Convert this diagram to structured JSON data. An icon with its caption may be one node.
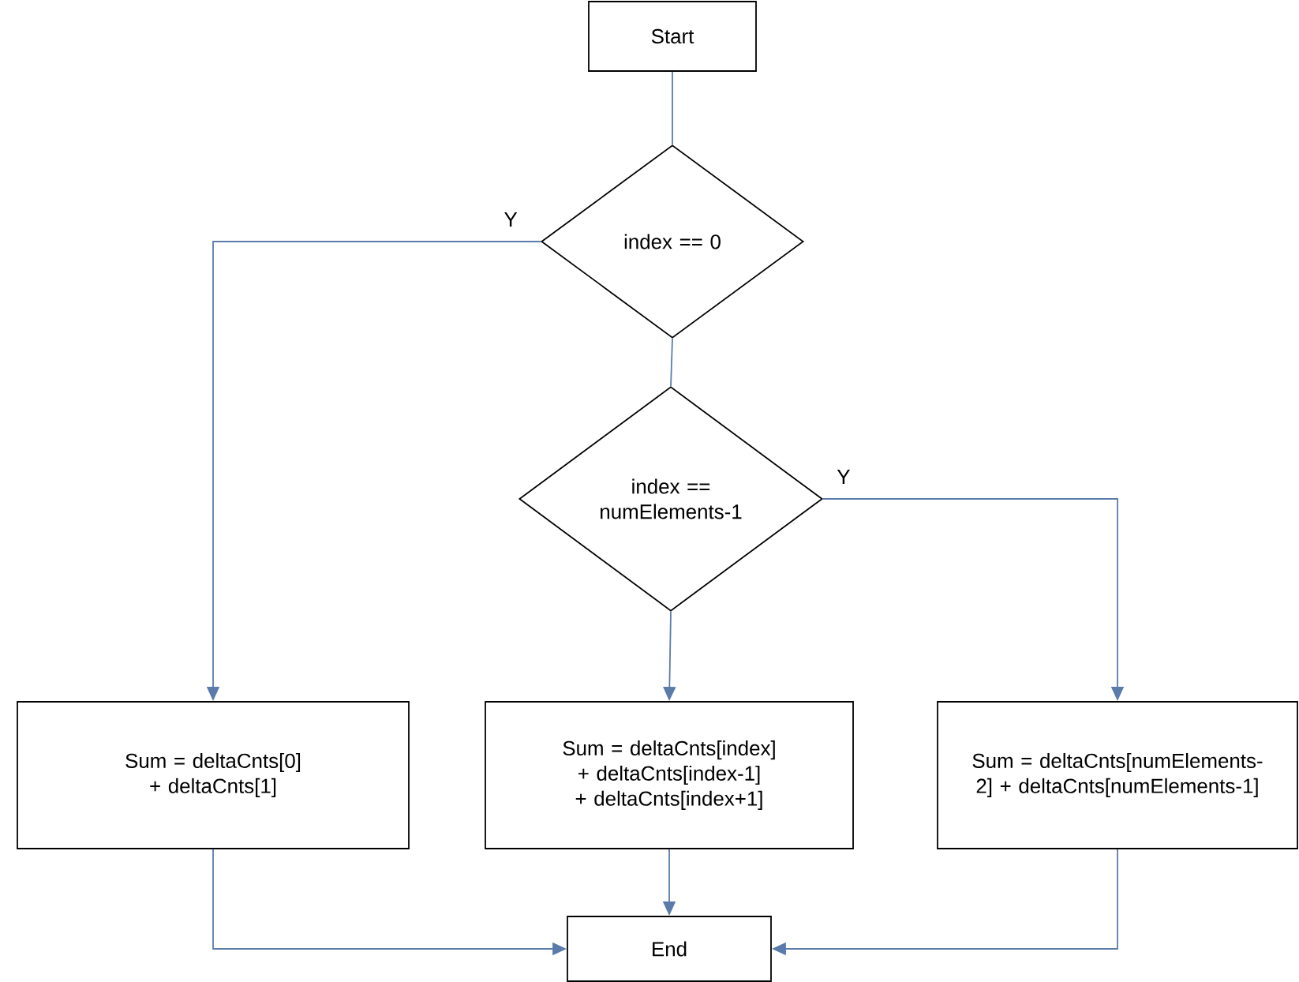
{
  "diagram": {
    "nodes": [
      {
        "text": [
          "Start"
        ]
      },
      {
        "text": [
          "index == 0"
        ]
      },
      {
        "text": [
          "index == numElements-1"
        ]
      },
      {
        "text": [
          "Sum = deltaCnts[0] + deltaCnts[1]"
        ]
      },
      {
        "text": [
          "Sum = deltaCnts[index] + deltaCnts[index-1] + deltaCnts[index+1]"
        ]
      },
      {
        "text": [
          "Sum = deltaCnts[numElements-2] + deltaCnts[numElements-1]"
        ]
      },
      {
        "text": [
          "End"
        ]
      }
    ],
    "edges": [
      {
        "from": 0,
        "to": 1,
        "arrow": "none"
      },
      {
        "from": 1,
        "to": 3,
        "arrow": "to",
        "label": "Y"
      },
      {
        "from": 1,
        "to": 2,
        "arrow": "none"
      },
      {
        "from": 2,
        "to": 5,
        "arrow": "to",
        "label": "Y"
      },
      {
        "from": 2,
        "to": 4,
        "arrow": "to"
      },
      {
        "from": 3,
        "to": 6,
        "arrow": "to"
      },
      {
        "from": 4,
        "to": 6,
        "arrow": "to"
      },
      {
        "from": 5,
        "to": 6,
        "arrow": "to"
      }
    ]
  }
}
